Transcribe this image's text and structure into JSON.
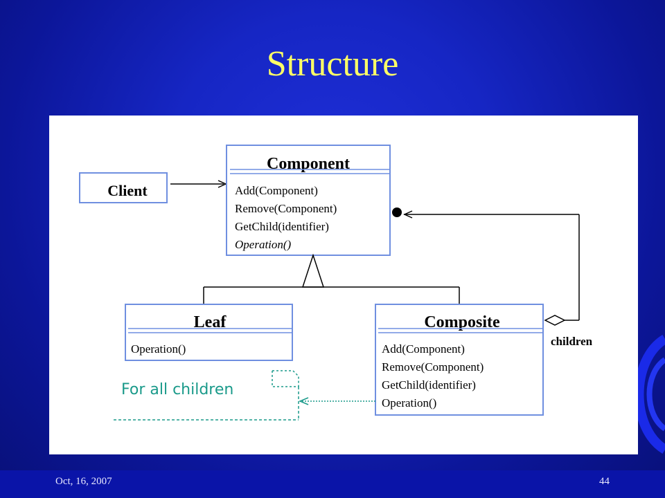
{
  "slide": {
    "title": "Structure",
    "date": "Oct,  16, 2007",
    "page_number": "44"
  },
  "diagram": {
    "classes": {
      "client": {
        "name": "Client"
      },
      "component": {
        "name": "Component",
        "methods": [
          "Add(Component)",
          "Remove(Component)",
          "GetChild(identifier)",
          "Operation()"
        ]
      },
      "leaf": {
        "name": "Leaf",
        "methods": [
          "Operation()"
        ]
      },
      "composite": {
        "name": "Composite",
        "methods": [
          "Add(Component)",
          "Remove(Component)",
          "GetChild(identifier)",
          "Operation()"
        ]
      }
    },
    "labels": {
      "children": "children",
      "note": "For all children"
    },
    "colors": {
      "box_border": "#6f8fe0",
      "note_color": "#1a9a8a",
      "title_color": "#ffff66"
    }
  }
}
